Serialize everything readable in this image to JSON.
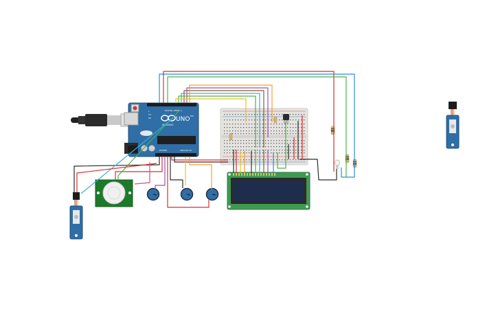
{
  "canvas": {
    "background": "#ffffff"
  },
  "arduino": {
    "model_label": "UNO",
    "brand_label": "ARDUINO",
    "board_color": "#2f6ea6",
    "digital_header_label": "DIGITAL (PWM~)",
    "power_header_label": "POWER",
    "analog_header_label": "ANALOG IN",
    "on_label": "ON",
    "tx_label": "TX",
    "rx_label": "RX",
    "l_label": "L"
  },
  "breadboard": {
    "color": "#e5e3e0",
    "rail_red": "#d9534f",
    "rail_blue": "#3d7fc4"
  },
  "lcd": {
    "pcb_color": "#3e9a52",
    "screen_color": "#1f2d4d",
    "type": "16x2 LCD"
  },
  "pir_sensor": {
    "pcb_color": "#1e7a2a",
    "dome_color": "#f0f0f0"
  },
  "potentiometers": {
    "count": 3,
    "color": "#2f6ea6"
  },
  "servos": {
    "count": 2,
    "color": "#2f6ea6"
  },
  "components": [
    "Arduino Uno",
    "Breadboard",
    "16x2 LCD",
    "PIR sensor",
    "Potentiometer",
    "Servo",
    "Temperature sensor",
    "Resistor",
    "LED",
    "USB cable"
  ],
  "wire_colors": {
    "red": "#d62f2f",
    "black": "#2b2b2b",
    "green": "#4caf50",
    "blue": "#2b8fd6",
    "orange": "#f0a030",
    "yellow": "#e8c020",
    "purple": "#9b4fb5",
    "brown": "#8a5a2b",
    "cyan": "#3aaed8"
  }
}
